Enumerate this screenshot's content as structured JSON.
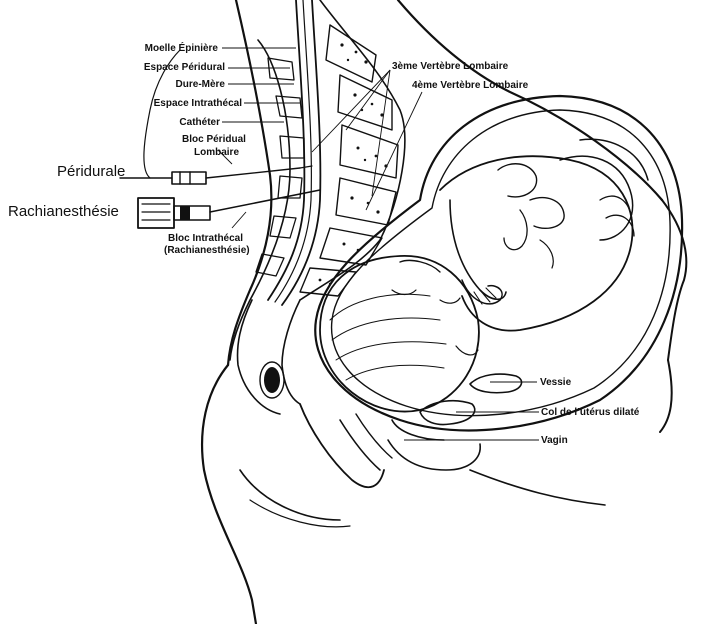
{
  "labels": {
    "moelle_epiniere": "Moelle Épinière",
    "espace_peridural": "Espace Péridural",
    "dure_mere": "Dure-Mère",
    "espace_intrathecal": "Espace Intrathécal",
    "catheter": "Cathéter",
    "bloc_peridural_1": "Bloc Péridual",
    "bloc_peridural_2": "Lombaire",
    "peridurale": "Péridurale",
    "rachianesthesie": "Rachianesthésie",
    "bloc_intrathecal_1": "Bloc Intrathécal",
    "bloc_intrathecal_2": "(Rachianesthésie)",
    "vertebre_3": "3ème Vertèbre Lombaire",
    "vertebre_4": "4ème Vertèbre Lombaire",
    "vessie": "Vessie",
    "col_uterus": "Col de l’utérus dilaté",
    "vagin": "Vagin"
  },
  "colors": {
    "ink": "#111111",
    "background": "#ffffff"
  }
}
